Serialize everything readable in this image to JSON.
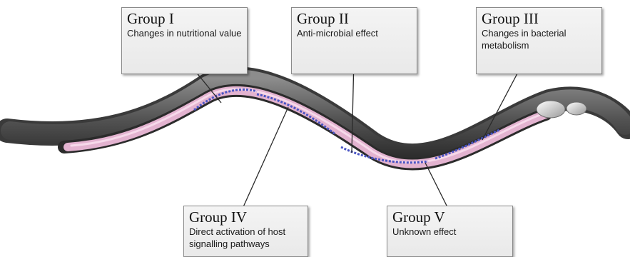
{
  "groups": [
    {
      "title": "Group I",
      "description": "Changes in nutritional value"
    },
    {
      "title": "Group II",
      "description": "Anti-microbial effect"
    },
    {
      "title": "Group III",
      "description": "Changes in bacterial metabolism"
    },
    {
      "title": "Group IV",
      "description": "Direct activation of host signalling pathways"
    },
    {
      "title": "Group V",
      "description": "Unknown effect"
    }
  ],
  "colors": {
    "cuticle": "#4a4a4a",
    "body": "#6e6e6e",
    "gut": "#e8b9d6",
    "bacteria": "#4a55c4",
    "box_fill": "#ececec",
    "box_border": "#8a8a8a",
    "leader_line": "#2a2a2a"
  }
}
